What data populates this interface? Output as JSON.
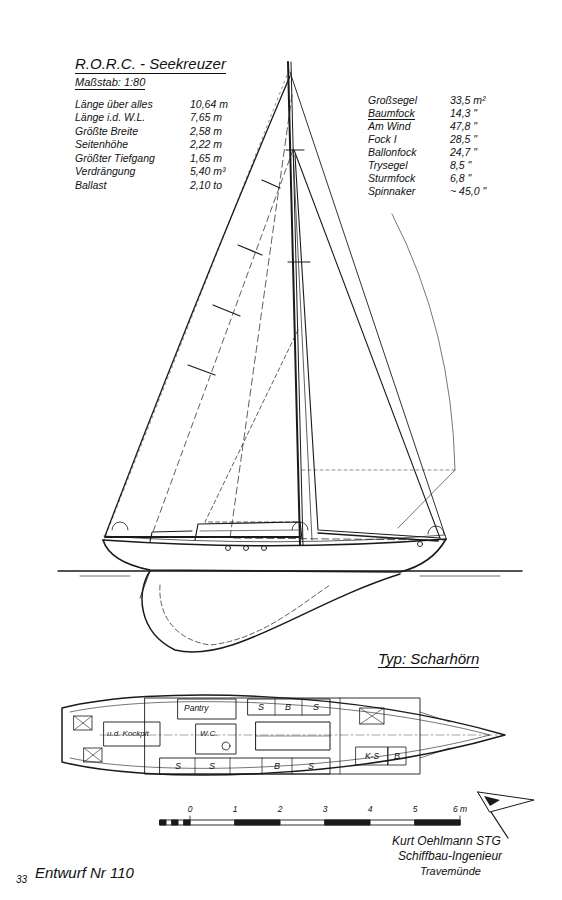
{
  "diagram": {
    "title": "R.O.R.C. - Seekreuzer",
    "labels": [
      "Maßstab: 1:80",
      "Länge über alles",
      "10,64 m",
      "Länge i.d. W.L.",
      "7,65 m",
      "Größte Breite",
      "2,58 m",
      "Seitenhöhe",
      "2,22 m",
      "Größter Tiefgang",
      "1,65 m",
      "Verdrängung",
      "5,40 m³",
      "Ballast",
      "2,10 to",
      "Großsegel",
      "33,5 m²",
      "Baumfock",
      "14,3 \"",
      "Am Wind",
      "47,8 \"",
      "Fock I",
      "28,5 \"",
      "Ballonfock",
      "24,7 \"",
      "Trysegel",
      "8,5 \"",
      "Sturmfock",
      "6,8 \"",
      "Spinnaker",
      "~ 45,0 \"",
      "Typ: Scharhörn",
      "Pantry",
      "u.d. Kockpit",
      "W.C.",
      "S",
      "B",
      "S",
      "S",
      "S",
      "B",
      "S",
      "K-S",
      "B",
      "0",
      "1",
      "2",
      "3",
      "4",
      "5",
      "6 m",
      "Entwurf Nr 110",
      "33",
      "Kurt Oehlmann STG",
      "Schiffbau-Ingenieur",
      "Travemünde"
    ]
  }
}
